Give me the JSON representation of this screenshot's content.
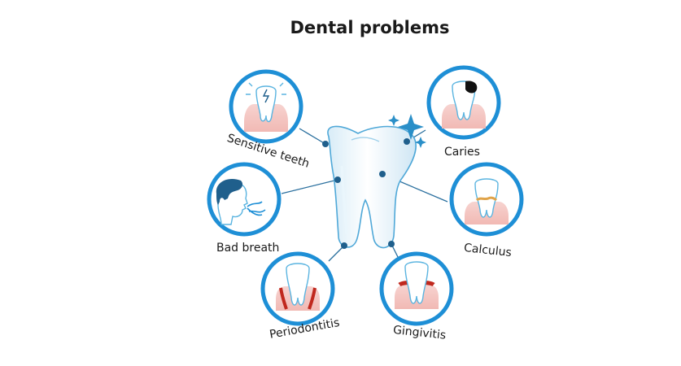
{
  "title": "Dental problems",
  "colors": {
    "ring": "#1e8fd6",
    "connector": "#2a6f9e",
    "dot": "#1f5f8c",
    "tooth_outline": "#5ab4e0",
    "gum": "#f4c7c3",
    "inflammation": "#c0281e",
    "sparkle": "#2a8fc8"
  },
  "problems": [
    {
      "key": "sensitive",
      "label": "Sensitive teeth",
      "icon": "sensitive-tooth-icon"
    },
    {
      "key": "caries",
      "label": "Caries",
      "icon": "caries-tooth-icon"
    },
    {
      "key": "bad_breath",
      "label": "Bad breath",
      "icon": "bad-breath-head-icon"
    },
    {
      "key": "calculus",
      "label": "Calculus",
      "icon": "calculus-tooth-icon"
    },
    {
      "key": "periodontitis",
      "label": "Periodontitis",
      "icon": "periodontitis-tooth-icon"
    },
    {
      "key": "gingivitis",
      "label": "Gingivitis",
      "icon": "gingivitis-tooth-icon"
    }
  ]
}
